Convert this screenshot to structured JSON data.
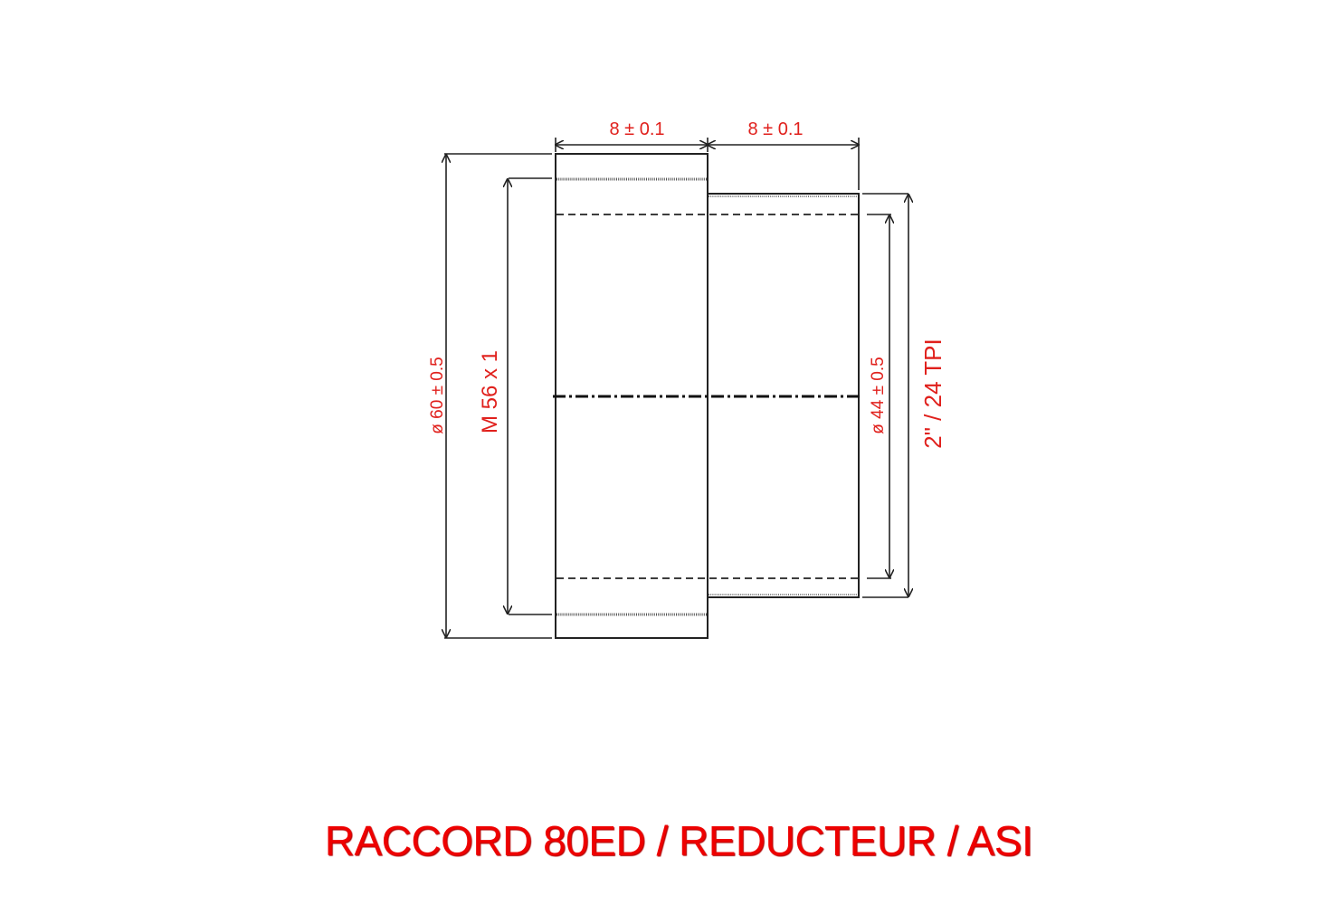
{
  "title": "RACCORD 80ED / REDUCTEUR / ASI",
  "dimensions": {
    "length_left": "8 ± 0.1",
    "length_right": "8 ± 0.1",
    "outer_diameter_left": "ø 60 ± 0.5",
    "thread_left": "M 56 x 1",
    "inner_diameter_right": "ø 44 ± 0.5",
    "thread_right": "2\" / 24 TPI"
  },
  "colors": {
    "dimension_text": "#e0201c",
    "title_text": "#ee0000",
    "lines": "#222222"
  }
}
